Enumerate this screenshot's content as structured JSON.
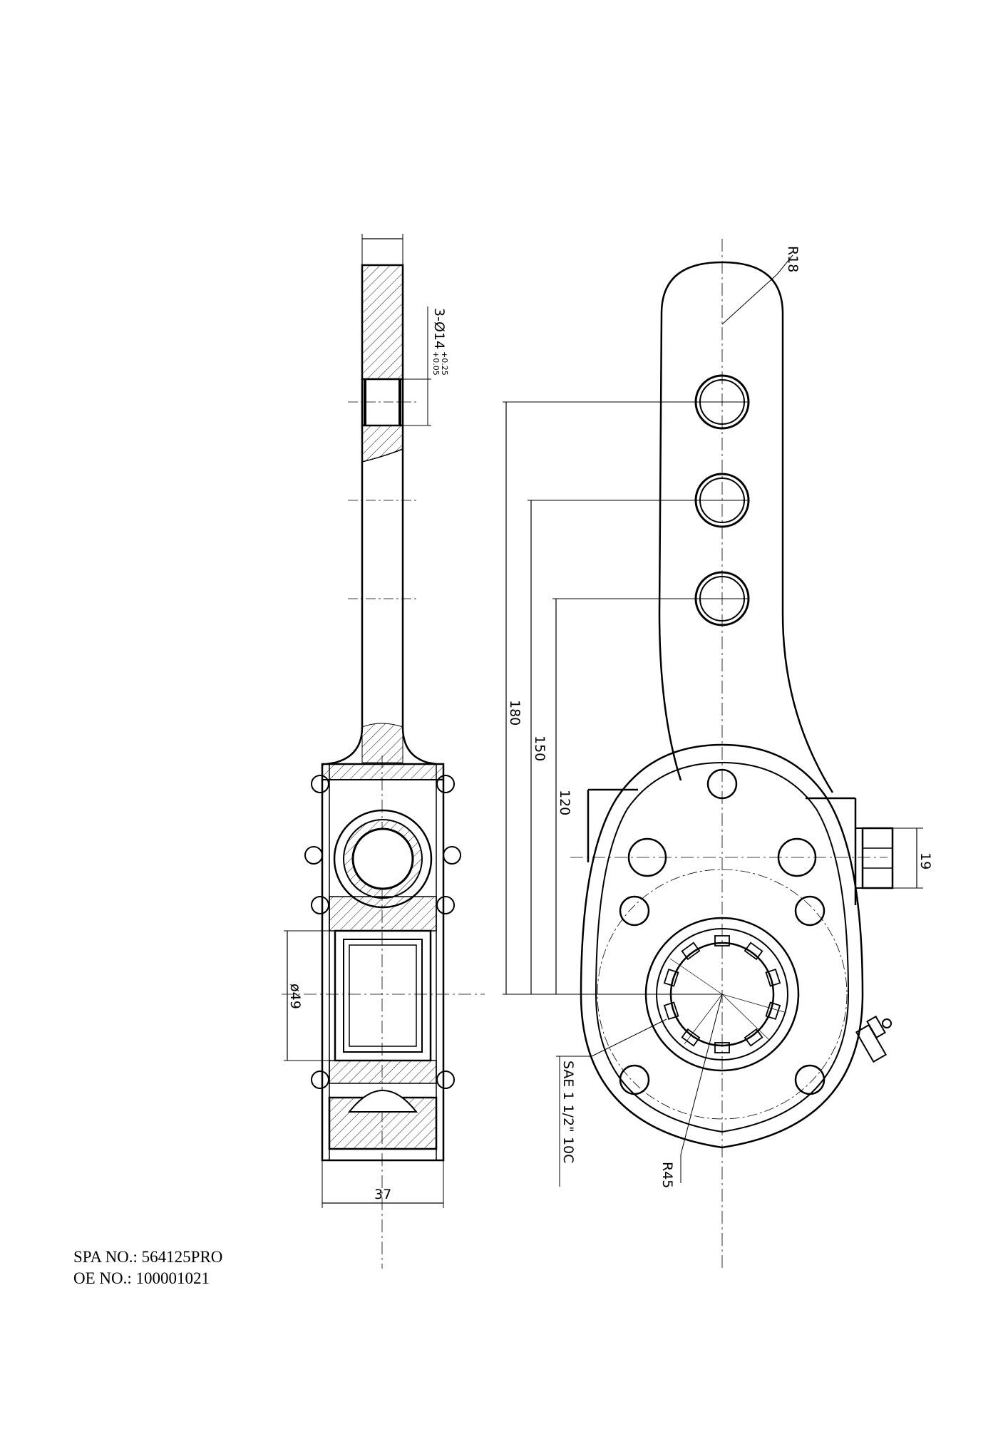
{
  "drawing": {
    "hole_callout": {
      "prefix": "3-Ø14",
      "tolerance_upper": "+0.25",
      "tolerance_lower": "+0.05"
    },
    "dims": {
      "d180": "180",
      "d150": "150",
      "d120": "120",
      "d19": "19",
      "d49": "ø49",
      "d37": "37",
      "r18": "R18",
      "r45": "R45",
      "spline": "SAE 1 1/2\" 10C"
    }
  },
  "footer": {
    "spa": "SPA NO.: 564125PRO",
    "oe": "OE NO.: 100001021"
  }
}
